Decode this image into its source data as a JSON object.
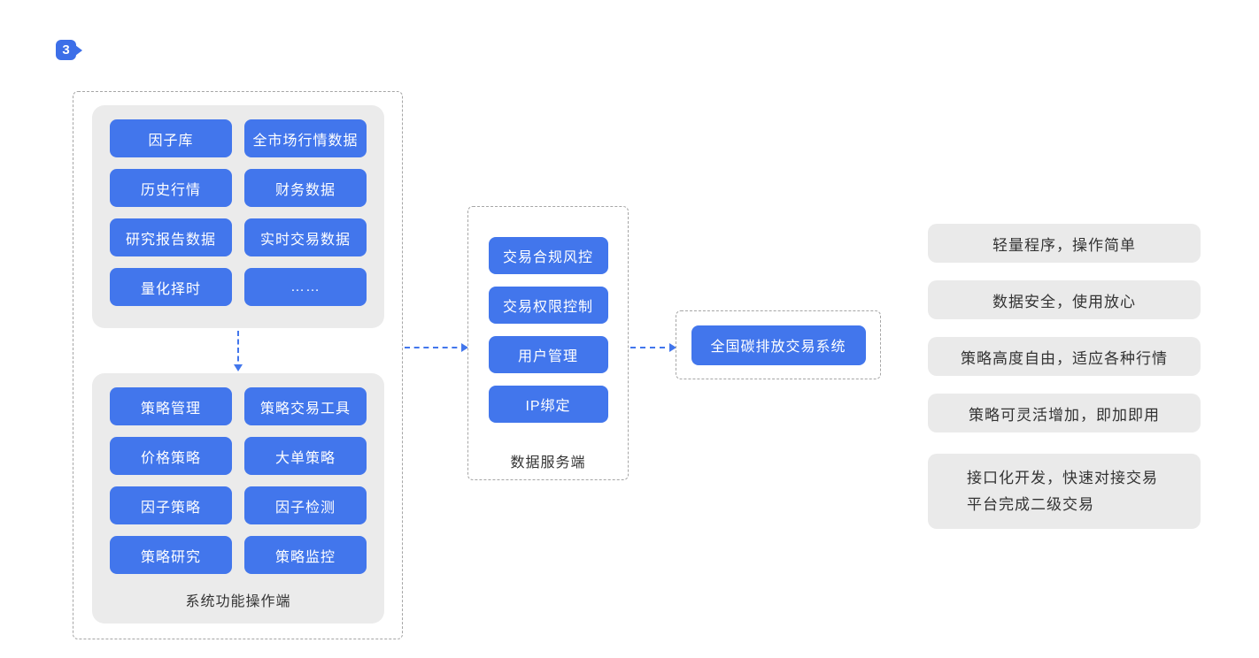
{
  "badge": {
    "number": "3"
  },
  "colors": {
    "primary_blue": "#4276EC",
    "badge_blue": "#3D6FE8",
    "panel_gray": "#EBEBEB",
    "feature_gray": "#EAEAEA",
    "dash_border_gray": "#A6A6A6",
    "text_dark": "#333333",
    "node_text": "#FFFFFF"
  },
  "left_group": {
    "data_panel": {
      "buttons": [
        "因子库",
        "全市场行情数据",
        "历史行情",
        "财务数据",
        "研究报告数据",
        "实时交易数据",
        "量化择时",
        "……"
      ]
    },
    "strategy_panel": {
      "buttons": [
        "策略管理",
        "策略交易工具",
        "价格策略",
        "大单策略",
        "因子策略",
        "因子检测",
        "策略研究",
        "策略监控"
      ],
      "label": "系统功能操作端"
    }
  },
  "data_service": {
    "buttons": [
      "交易合规风控",
      "交易权限控制",
      "用户管理",
      "IP绑定"
    ],
    "label": "数据服务端"
  },
  "target_system": {
    "label": "全国碳排放交易系统"
  },
  "features": [
    "轻量程序，操作简单",
    "数据安全，使用放心",
    "策略高度自由，适应各种行情",
    "策略可灵活增加，即加即用",
    "接口化开发，快速对接交易\n平台完成二级交易"
  ]
}
